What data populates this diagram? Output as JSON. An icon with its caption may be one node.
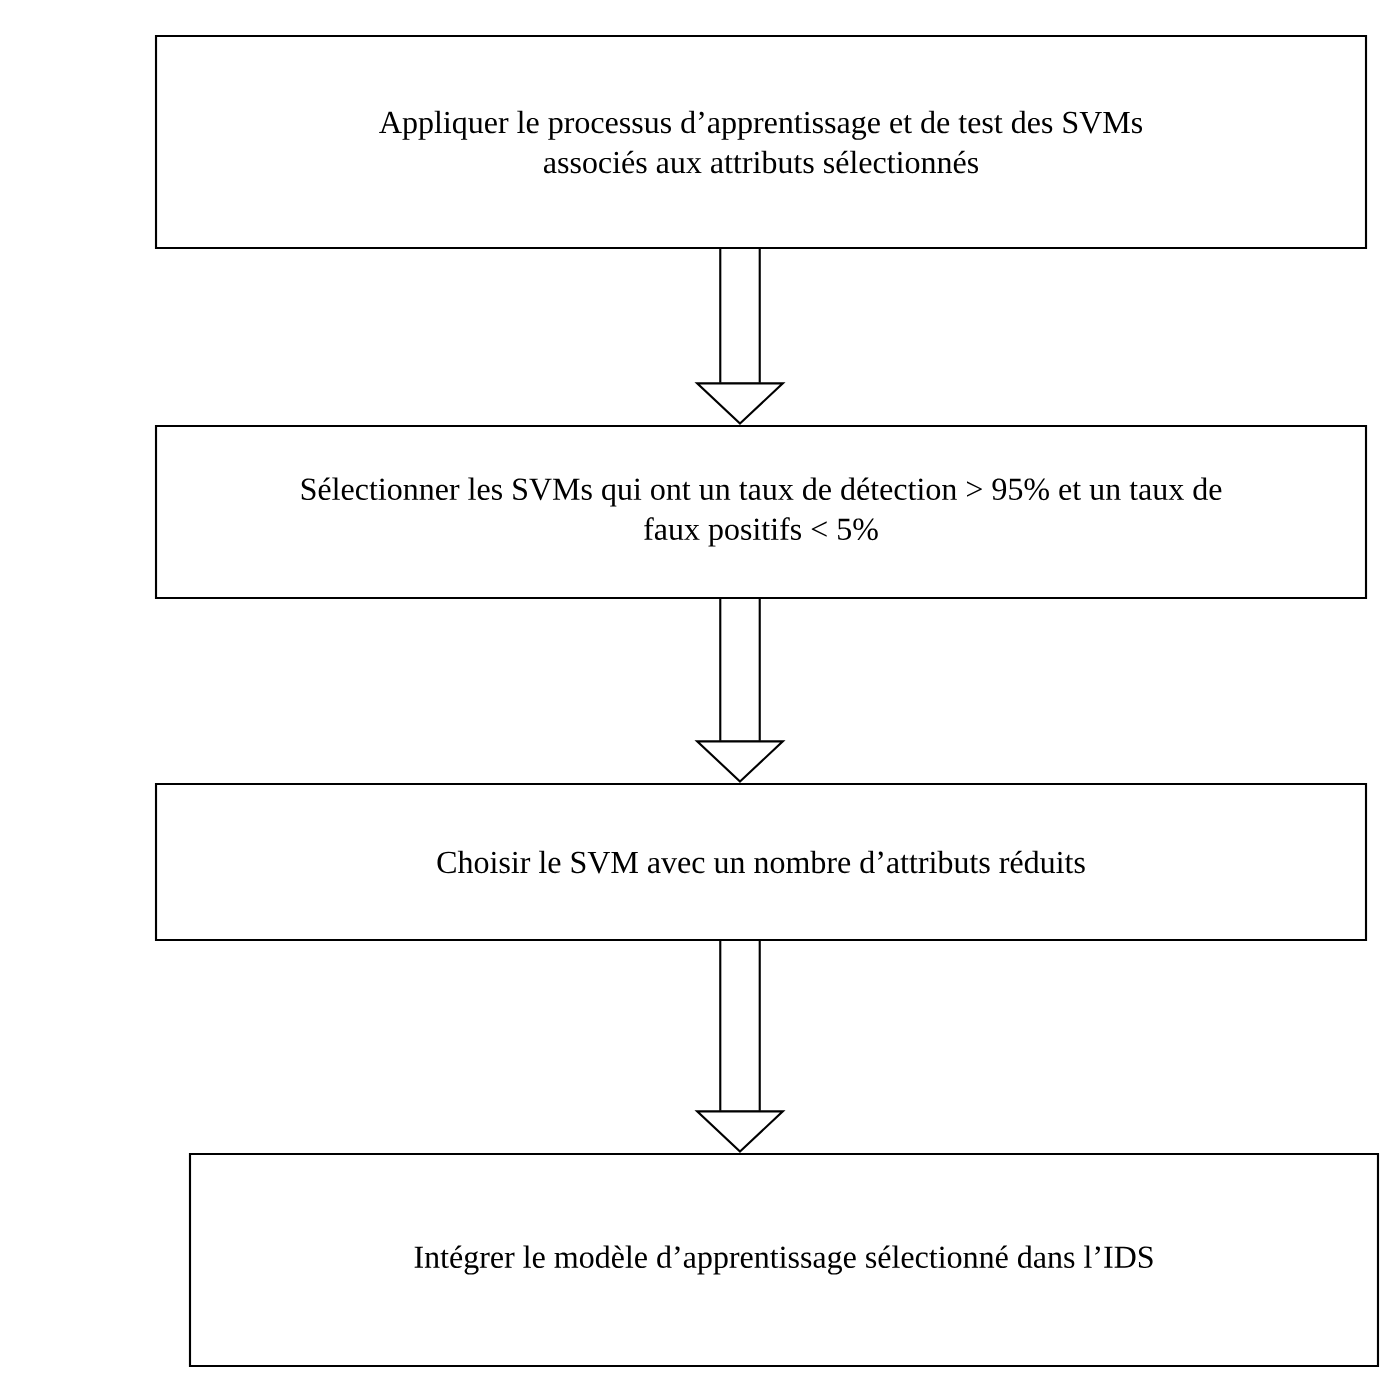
{
  "diagram": {
    "nodes": [
      {
        "text": [
          "Appliquer le processus d’apprentissage et de test des SVMs associés aux attributs sélectionnés"
        ]
      },
      {
        "text": [
          "Sélectionner les SVMs qui ont un taux de détection > 95% et un taux de faux positifs < 5%"
        ]
      },
      {
        "text": [
          "Choisir le SVM avec un nombre d’attributs réduits"
        ]
      },
      {
        "text": [
          "Intégrer le modèle d’apprentissage sélectionné dans l’IDS"
        ]
      }
    ],
    "edges": [
      {
        "from": 0,
        "to": 1,
        "arrow": "to"
      },
      {
        "from": 1,
        "to": 2,
        "arrow": "to"
      },
      {
        "from": 2,
        "to": 3,
        "arrow": "to"
      }
    ]
  }
}
